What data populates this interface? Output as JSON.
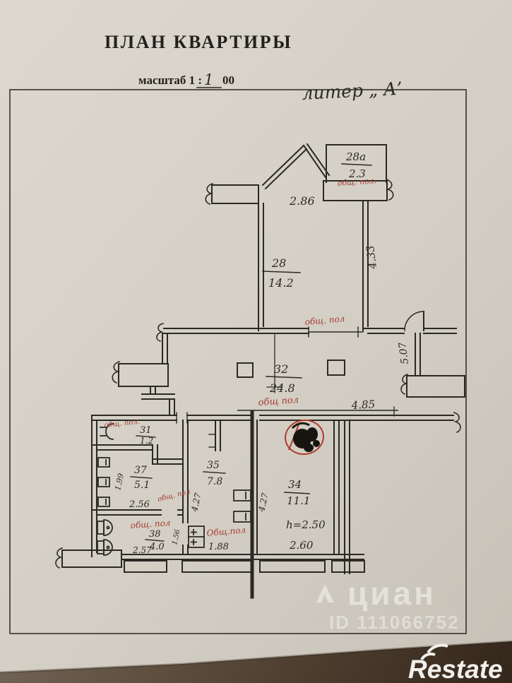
{
  "document": {
    "title": "ПЛАН КВАРТИРЫ",
    "scale_prefix": "масштаб 1 :",
    "scale_value": "1",
    "scale_suffix": "00",
    "liter_note": "литер „ А’"
  },
  "rooms": {
    "r28a": {
      "number": "28а",
      "area": "2.3",
      "note": "общ. пол."
    },
    "r28": {
      "number": "28",
      "area": "14.2",
      "note": "общ. пол"
    },
    "r32": {
      "number": "32",
      "area": "24.8",
      "note": "общ пол"
    },
    "r31": {
      "number": "31",
      "area": "1.2",
      "note": "общ. пол."
    },
    "r37": {
      "number": "37",
      "area": "5.1",
      "note": "общ. пол"
    },
    "r38": {
      "number": "38",
      "area": "4.0",
      "note": "общ. пол"
    },
    "r35": {
      "number": "35",
      "area": "7.8",
      "note": "Общ.пол"
    },
    "r34": {
      "number": "34",
      "area": "11.1",
      "ceiling_height": "h=2.50"
    }
  },
  "dimensions": {
    "bay_width": "2.86",
    "r28_depth": "4.33",
    "hall_depth": "5.07",
    "hall_width_partial": "4.85",
    "r37_depth": "1.99",
    "r37_width": "2.56",
    "r38_width": "2.57",
    "r38_depth": "1.56",
    "r35_depth": "4.27",
    "r34_depth": "4.27",
    "r35_width": "1.88",
    "r34_width": "2.60"
  },
  "watermarks": {
    "listing_brand": "циан",
    "listing_id": "ID 111066752",
    "photo_brand": "Restate"
  }
}
